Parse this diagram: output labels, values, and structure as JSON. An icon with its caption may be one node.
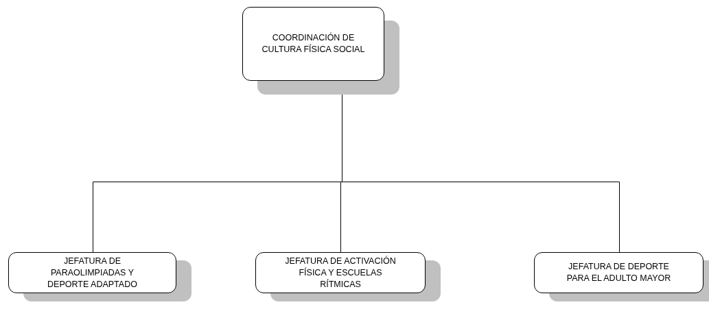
{
  "diagram": {
    "nodes": [
      {
        "text": [
          "COORDINACIÓN DE CULTURA FÍSICA SOCIAL"
        ]
      },
      {
        "text": [
          "JEFATURA DE PARAOLIMPIADAS Y DEPORTE ADAPTADO"
        ]
      },
      {
        "text": [
          "JEFATURA DE ACTIVACIÓN FÍSICA Y ESCUELAS RÍTMICAS"
        ]
      },
      {
        "text": [
          "JEFATURA DE DEPORTE PARA EL ADULTO MAYOR"
        ]
      }
    ],
    "edges": [
      {
        "from": 0,
        "to": 1,
        "arrow": "none"
      },
      {
        "from": 0,
        "to": 2,
        "arrow": "none"
      },
      {
        "from": 0,
        "to": 3,
        "arrow": "none"
      }
    ]
  }
}
